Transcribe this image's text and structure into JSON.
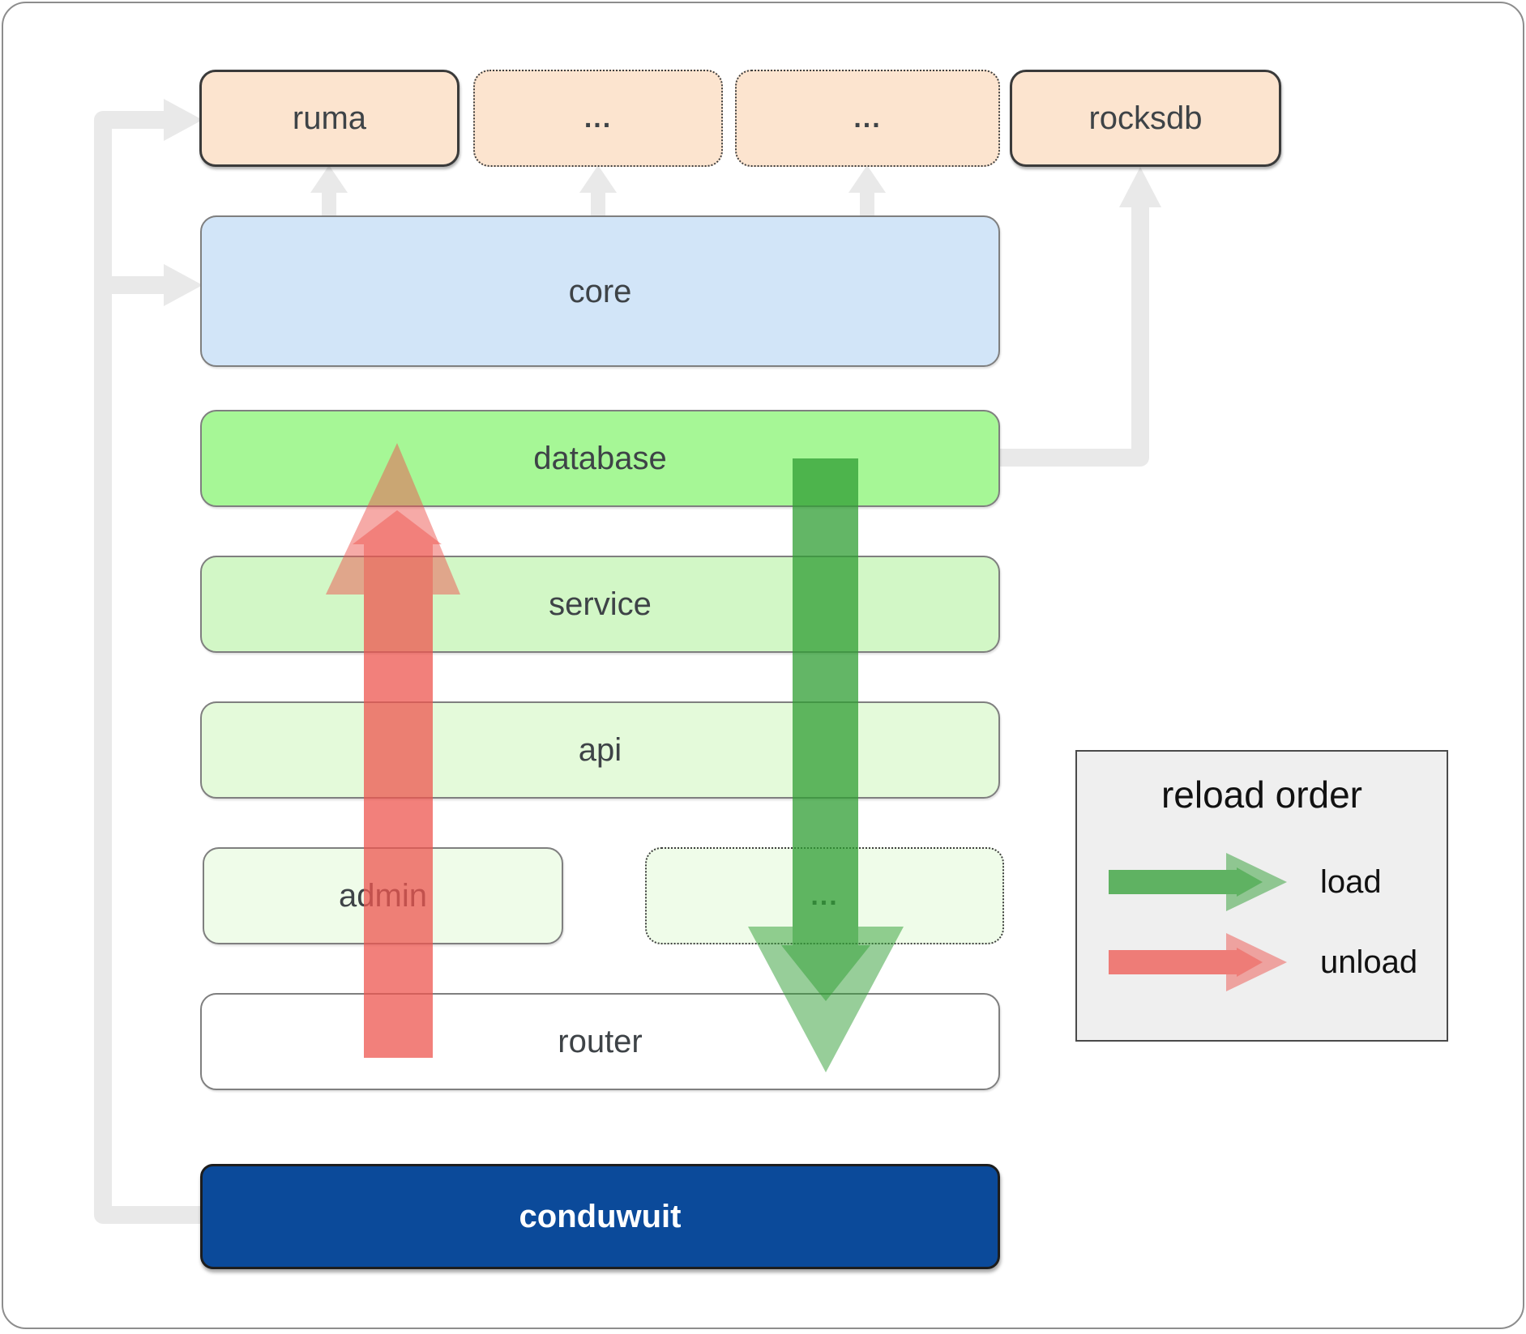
{
  "nodes": {
    "ruma": "ruma",
    "ellipsis_top_1": "...",
    "ellipsis_top_2": "...",
    "rocksdb": "rocksdb",
    "core": "core",
    "database": "database",
    "service": "service",
    "api": "api",
    "admin": "admin",
    "ellipsis_admin": "...",
    "router": "router",
    "conduwuit": "conduwuit"
  },
  "legend": {
    "title": "reload order",
    "load_label": "load",
    "unload_label": "unload"
  },
  "colors": {
    "load_arrow": "#2f9e33",
    "unload_arrow": "#ee5550",
    "connector": "#e9e9e9",
    "node_peach": "#fce4cf",
    "node_blue": "#d2e5f8",
    "node_database": "#a6f796",
    "node_service": "#d2f7c6",
    "node_api": "#e4fada",
    "node_admin": "#effce9",
    "node_router": "#ffffff",
    "node_conduwuit": "#0b4a9a",
    "legend_bg": "#efefef",
    "text": "#3e4347"
  }
}
